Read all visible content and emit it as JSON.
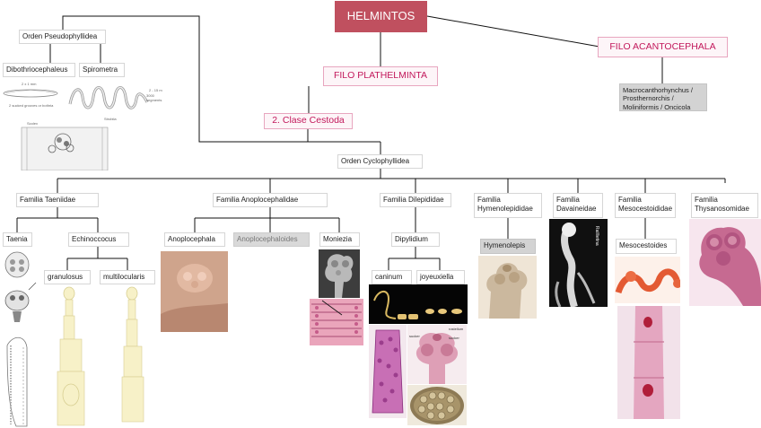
{
  "root": "HELMINTOS",
  "phyla": {
    "platyhelminthes": "FILO PLATHELMINTA",
    "acanthocephala": "FILO ACANTOCEPHALA"
  },
  "acanthocephala_genera": "Macrocanthorhynchus / Prosthernorchis / Moliniformis / Oncicola",
  "cestoda": "2. Clase Cestoda",
  "pseudophyllidea": {
    "order": "Orden Pseudophyllidea",
    "genera": [
      "Dibothriocephaleus",
      "Spirometra"
    ],
    "figure_text": [
      "2 x 1 mm",
      "2 sucked grooves or bothria",
      "Scolex",
      "2 - 15 m",
      "3000 segments",
      "Strobila"
    ]
  },
  "cyclophyllidea": "Orden Cyclophyllidea",
  "families": {
    "taeniidae": "Familia Taeniidae",
    "anoplocephalidae": "Familia Anoplocephalidae",
    "dilepididae": "Familia Dilepididae",
    "hymenolepididae": "Familia Hymenolepididae",
    "davaineidae": "Familia Davaineidae",
    "mesocestoididae": "Familia Mesocestoididae",
    "thysanosomidae": "Familia Thysanosomidae"
  },
  "genera": {
    "taenia": "Taenia",
    "echinococcus": "Echinoccocus",
    "granulosus": "granulosus",
    "multilocularis": "multilocularis",
    "anoplocephala": "Anoplocephala",
    "anoplocephaloides": "Anoplocephaloides",
    "moniezia": "Moniezia",
    "dipylidium": "Dipylidium",
    "caninum": "caninum",
    "joyeuxiella": "joyeuxiella",
    "hymenolepis": "Hymenolepis",
    "mesocestoides": "Mesocestoides"
  },
  "photo_text": {
    "davainea": "Raillietina",
    "dipylidium_labels": [
      "rostellum",
      "sucker",
      "sucker"
    ]
  },
  "colors": {
    "title_bg": "#c0505f",
    "phylum_text": "#c2185b",
    "line": "#111111"
  }
}
